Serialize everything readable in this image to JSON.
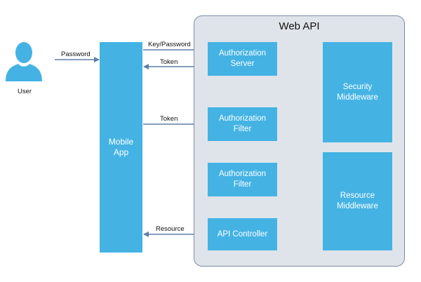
{
  "container": {
    "title": "Web API"
  },
  "user": {
    "label": "User"
  },
  "boxes": {
    "mobile_app": "Mobile\nApp",
    "authorization_server": "Authorization\nServer",
    "authorization_filter_1": "Authorization\nFilter",
    "authorization_filter_2": "Authorization\nFilter",
    "api_controller": "API Controller",
    "security_middleware": "Security\nMiddleware",
    "resource_middleware": "Resource\nMiddleware"
  },
  "edges": {
    "password": "Password",
    "key_password": "Key/Password",
    "token_back": "Token",
    "token_forward": "Token",
    "resource": "Resource"
  },
  "colors": {
    "box_fill": "#44b3e4",
    "container_fill": "#dfe4ea",
    "arrow": "#5f7fa3",
    "user_icon": "#44b3e4"
  }
}
